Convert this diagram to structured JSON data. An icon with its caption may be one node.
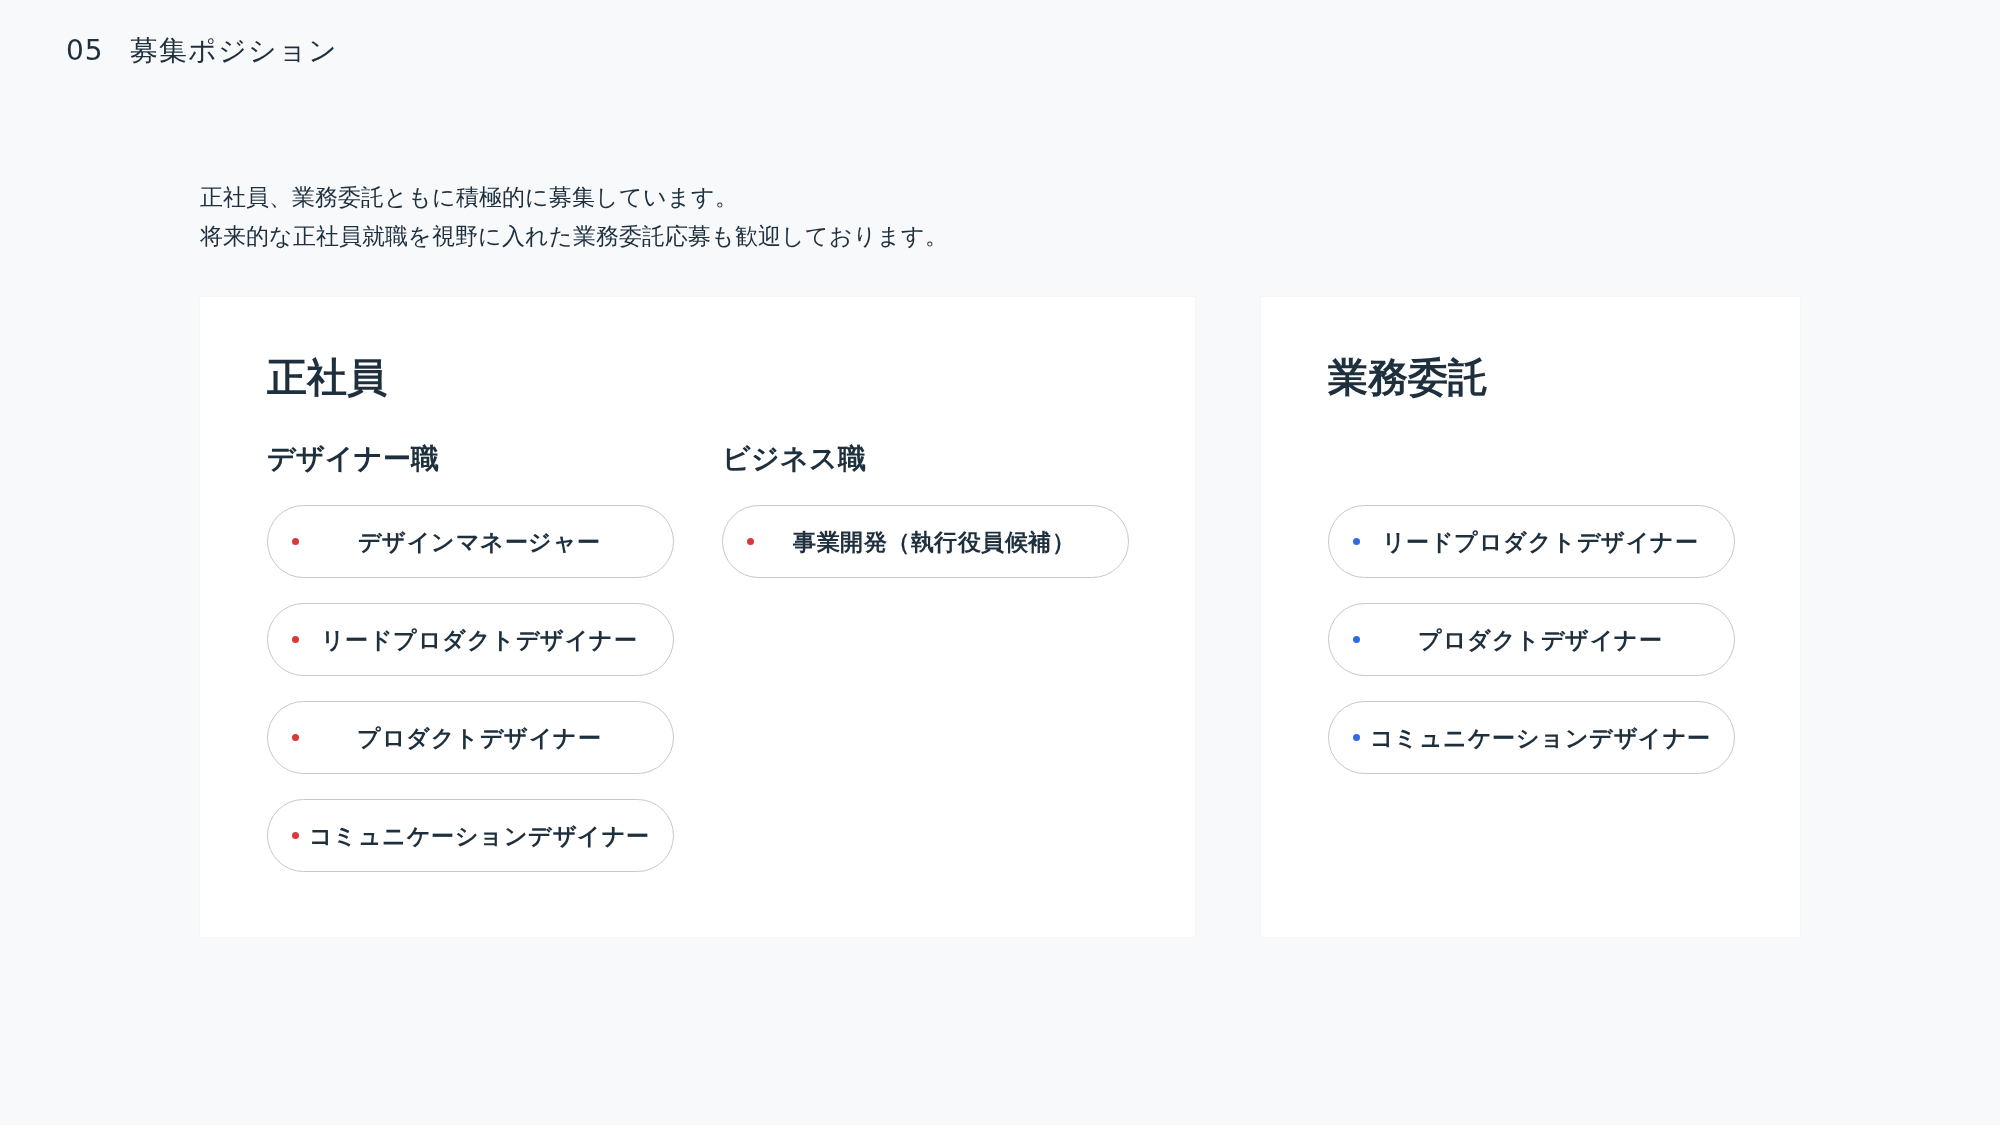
{
  "diagram": {
    "title": "05 募集ポジション",
    "nodes": [
      {
        "text": [
          "正社員",
          "デザイナー職",
          "ビジネス職"
        ]
      },
      {
        "text": [
          "デザインマネージャー"
        ],
        "in": 0
      },
      {
        "text": [
          "リードプロダクトデザイナー"
        ],
        "in": 0
      },
      {
        "text": [
          "プロダクトデザイナー"
        ],
        "in": 0
      },
      {
        "text": [
          "コミュニケーションデザイナー"
        ],
        "in": 0
      },
      {
        "text": [
          "事業開発（執行役員候補）"
        ],
        "in": 0
      },
      {
        "text": [
          "業務委託"
        ]
      },
      {
        "text": [
          "リードプロダクトデザイナー"
        ],
        "in": 6
      },
      {
        "text": [
          "プロダクトデザイナー"
        ],
        "in": 6
      },
      {
        "text": [
          "コミュニケーションデザイナー"
        ],
        "in": 6
      }
    ],
    "labels": [
      "正社員、業務委託ともに積極的に募集しています。",
      "将来的な正社員就職を視野に入れた業務委託応募も歓迎しております。"
    ]
  }
}
